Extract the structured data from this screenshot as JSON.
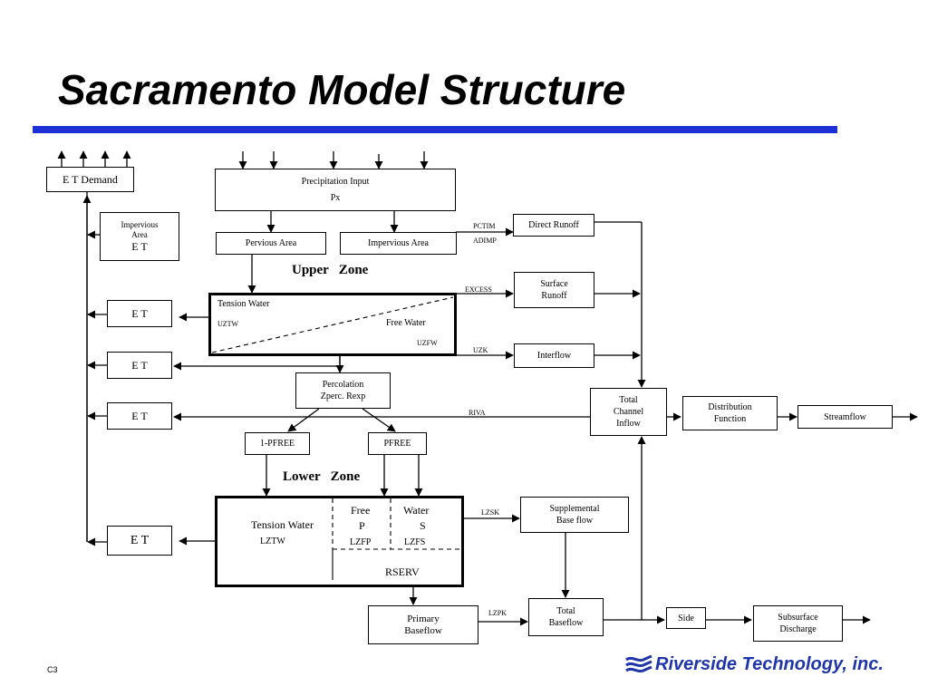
{
  "title": "Sacramento Model Structure",
  "colors": {
    "accent_rule": "#1f2fd6",
    "logo": "#1f35a8"
  },
  "boxes": {
    "et_demand": "E T Demand",
    "precip_title": "Precipitation  Input",
    "precip_px": "Px",
    "impervious_area_et_l1": "Impervious",
    "impervious_area_et_l2": "Area",
    "impervious_area_et_l3": "E T",
    "pervious_area": "Pervious Area",
    "impervious_area": "Impervious Area",
    "direct_runoff": "Direct Runoff",
    "surface_runoff_l1": "Surface",
    "surface_runoff_l2": "Runoff",
    "interflow": "Interflow",
    "et": "E T",
    "percolation_l1": "Percolation",
    "percolation_l2": "Zperc. Rexp",
    "total_channel_l1": "Total",
    "total_channel_l2": "Channel",
    "total_channel_l3": "Inflow",
    "distribution_l1": "Distribution",
    "distribution_l2": "Function",
    "streamflow": "Streamflow",
    "one_minus_pfree": "1-PFREE",
    "pfree": "PFREE",
    "supplemental_l1": "Supplemental",
    "supplemental_l2": "Base flow",
    "primary_l1": "Primary",
    "primary_l2": "Baseflow",
    "total_baseflow_l1": "Total",
    "total_baseflow_l2": "Baseflow",
    "side": "Side",
    "subsurface_l1": "Subsurface",
    "subsurface_l2": "Discharge"
  },
  "upper_zone": {
    "heading": "Upper   Zone",
    "tension_water": "Tension Water",
    "uztw": "UZTW",
    "free_water": "Free Water",
    "uzfw": "UZFW"
  },
  "lower_zone": {
    "heading": "Lower   Zone",
    "tension_water": "Tension Water",
    "lztw": "LZTW",
    "free": "Free",
    "water": "Water",
    "p": "P",
    "s": "S",
    "lzfp": "LZFP",
    "lzfs": "LZFS",
    "rserv": "RSERV"
  },
  "flow_labels": {
    "pctim": "PCTIM",
    "adimp": "ADIMP",
    "excess": "EXCESS",
    "uzk": "UZK",
    "riva": "RIVA",
    "lzsk": "LZSK",
    "lzpk": "LZPK"
  },
  "footer": {
    "slide_number": "C3",
    "company": "Riverside Technology, inc."
  }
}
